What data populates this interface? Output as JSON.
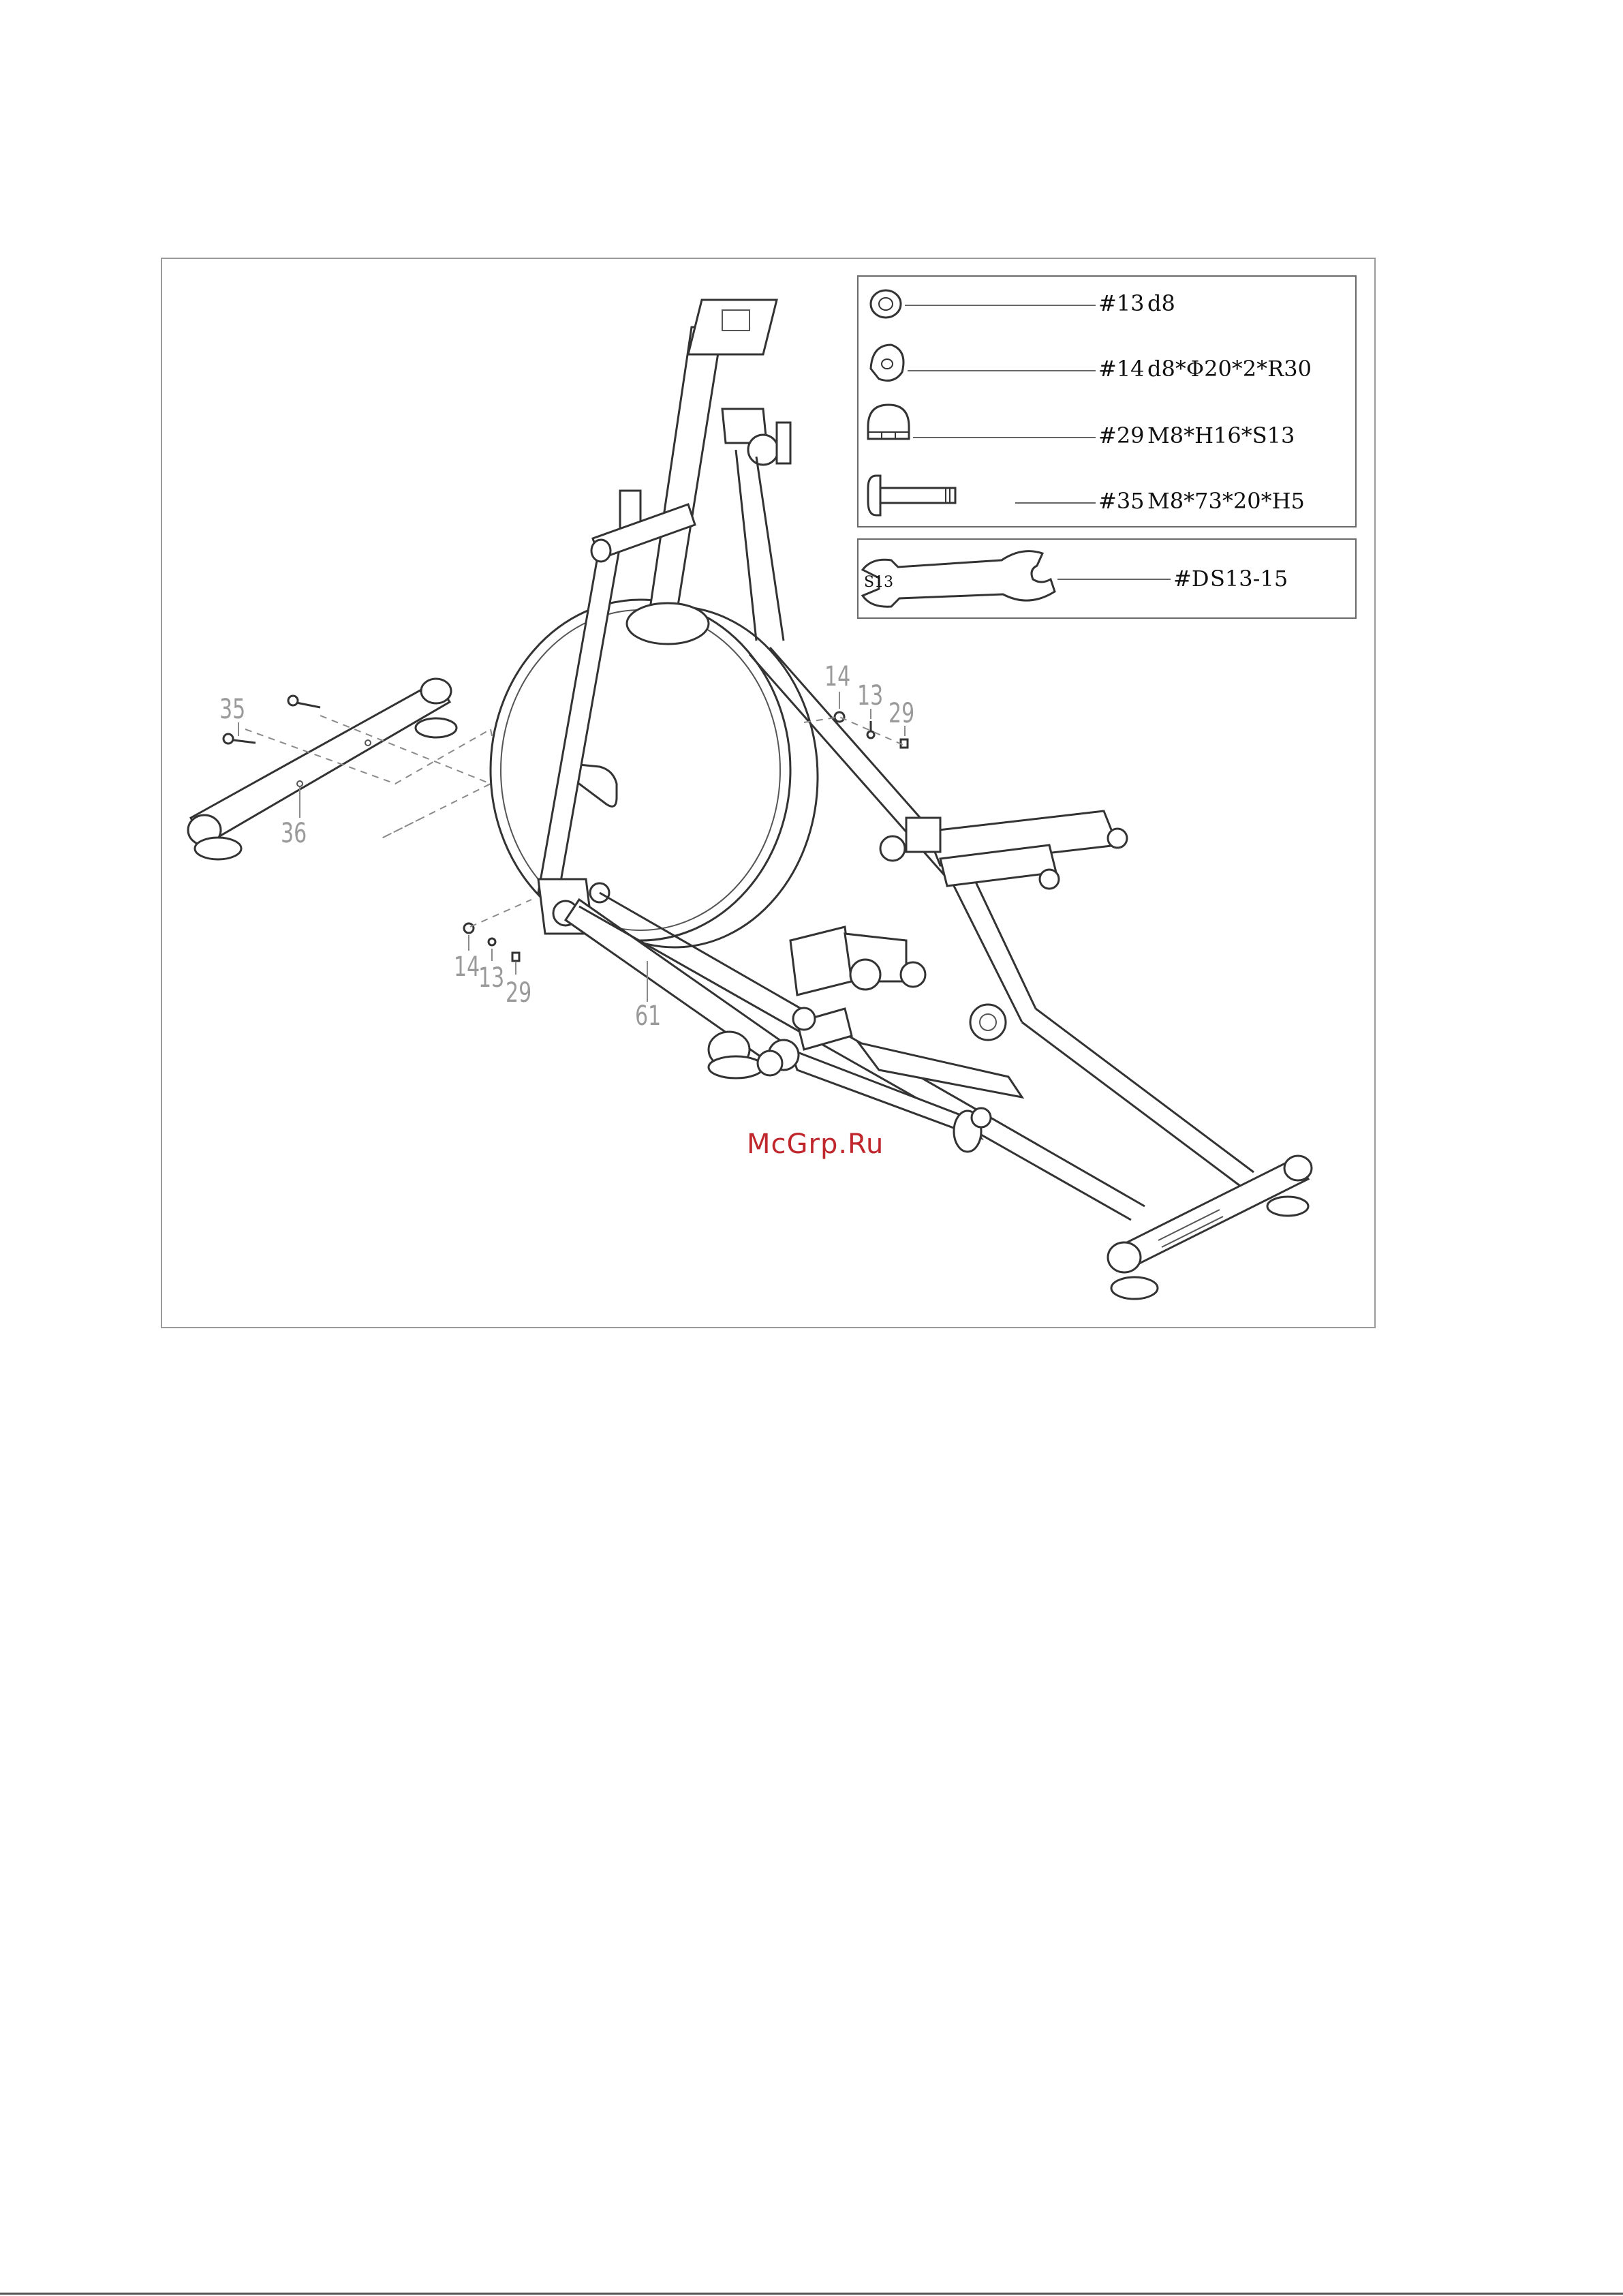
{
  "hardware": [
    {
      "id": "#13",
      "spec": "d8",
      "icon": "washer-icon"
    },
    {
      "id": "#14",
      "spec": "d8*Φ20*2*R30",
      "icon": "curved-washer-icon"
    },
    {
      "id": "#29",
      "spec": "M8*H16*S13",
      "icon": "acorn-nut-icon"
    },
    {
      "id": "#35",
      "spec": "M8*73*20*H5",
      "icon": "bolt-icon"
    }
  ],
  "tool": {
    "id": "#D",
    "spec": "S13-15",
    "stamp": "S13",
    "icon": "wrench-icon"
  },
  "callouts": {
    "c35": "35",
    "c36": "36",
    "c14_top": "14",
    "c13_top": "13",
    "c29_top": "29",
    "c14_bottom": "14",
    "c13_bottom": "13",
    "c29_bottom": "29",
    "c61": "61"
  },
  "watermark": "McGrp.Ru"
}
